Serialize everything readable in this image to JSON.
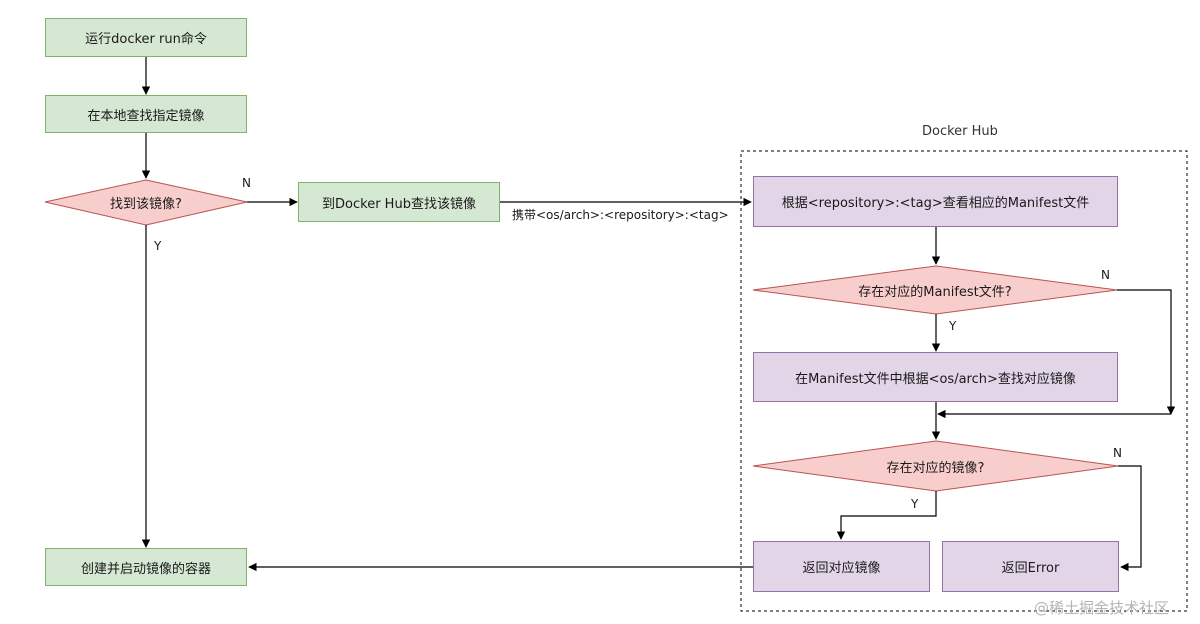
{
  "nodes": {
    "run_cmd": "运行docker run命令",
    "local_search": "在本地查找指定镜像",
    "found_image": "找到该镜像?",
    "hub_search": "到Docker Hub查找该镜像",
    "manifest_lookup": "根据<repository>:<tag>查看相应的Manifest文件",
    "manifest_exists": "存在对应的Manifest文件?",
    "arch_lookup": "在Manifest文件中根据<os/arch>查找对应镜像",
    "image_exists": "存在对应的镜像?",
    "return_image": "返回对应镜像",
    "return_error": "返回Error",
    "create_container": "创建并启动镜像的容器"
  },
  "labels": {
    "n1": "N",
    "y1": "Y",
    "carry": "携带<os/arch>:<repository>:<tag>",
    "n2": "N",
    "y2": "Y",
    "n3": "N",
    "y3": "Y"
  },
  "docker_hub_title": "Docker Hub",
  "watermark": "@稀土掘金技术社区",
  "colors": {
    "green_fill": "#d5e8d4",
    "green_stroke": "#82b366",
    "purple_fill": "#e1d5e7",
    "purple_stroke": "#9673a6",
    "red_fill": "#f8cecc",
    "red_stroke": "#b85450"
  }
}
